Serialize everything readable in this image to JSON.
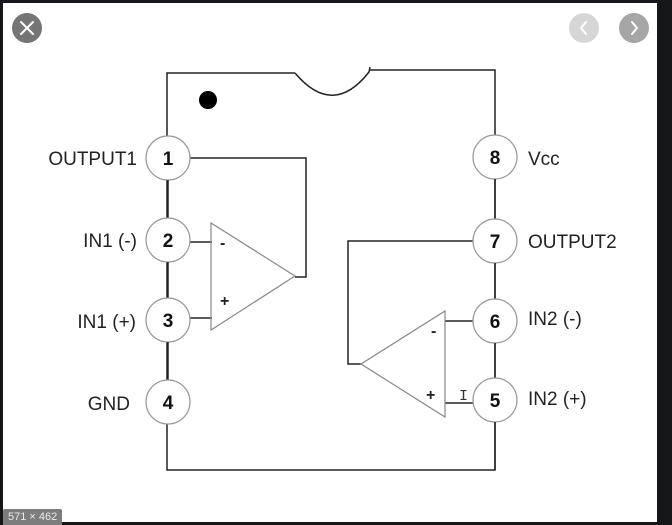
{
  "viewer": {
    "close_button": {
      "icon": "close-icon",
      "label": "Close"
    },
    "prev_button": {
      "icon": "chevron-left-icon",
      "label": "Previous"
    },
    "next_button": {
      "icon": "chevron-right-icon",
      "label": "Next"
    },
    "image_dimensions": "571 × 462"
  },
  "diagram": {
    "title": "Dual op-amp 8-pin IC pinout",
    "pins": [
      {
        "number": "1",
        "label": "OUTPUT1",
        "side": "left"
      },
      {
        "number": "2",
        "label": "IN1 (-)",
        "side": "left"
      },
      {
        "number": "3",
        "label": "IN1 (+)",
        "side": "left"
      },
      {
        "number": "4",
        "label": "GND",
        "side": "left"
      },
      {
        "number": "5",
        "label": "IN2 (+)",
        "side": "right"
      },
      {
        "number": "6",
        "label": "IN2 (-)",
        "side": "right"
      },
      {
        "number": "7",
        "label": "OUTPUT2",
        "side": "right"
      },
      {
        "number": "8",
        "label": "Vcc",
        "side": "right"
      }
    ],
    "opamp1": {
      "minus": "-",
      "plus": "+"
    },
    "opamp2": {
      "minus": "-",
      "plus": "+"
    },
    "cursor_glyph": "I"
  }
}
